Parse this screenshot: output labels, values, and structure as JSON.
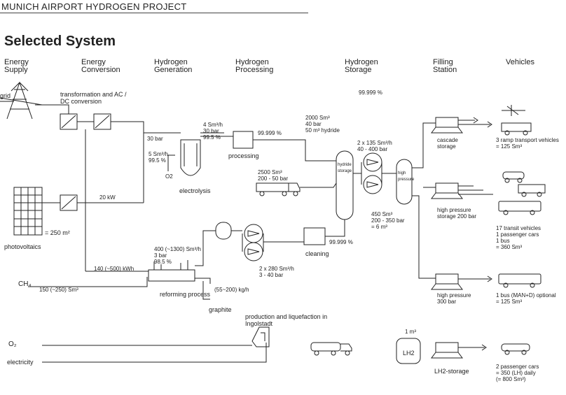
{
  "header": {
    "project": "MUNICH AIRPORT HYDROGEN PROJECT"
  },
  "title": "Selected System",
  "columns": {
    "energy_supply": "Energy Supply",
    "energy_conversion": "Energy Conversion",
    "hydrogen_generation": "Hydrogen Generation",
    "hydrogen_processing": "Hydrogen Processing",
    "hydrogen_storage": "Hydrogen Storage",
    "filling_station": "Filling Station",
    "vehicles": "Vehicles"
  },
  "labels": {
    "grid": "grid",
    "transformer": "transformation and AC / DC conversion",
    "pv": "photovoltaics",
    "pv_area": "= 250 m²",
    "ch4": "CH₄",
    "ch4_flow": "150 (~250) Sm³",
    "o2": "O₂",
    "electricity": "electricity",
    "dc_power": "20 kW",
    "electrolysis": "electrolysis",
    "electrolysis_flow": "4 Sm³/h\n30 bar\n99.5 %",
    "electrolysis_in": "30 bar",
    "electrolysis_eff": "5 Sm³/h\n99.5 %",
    "o2_out": "O2",
    "processing": "processing",
    "purity_after_processing": "99.999 %",
    "storage_main": "2000 Sm³\n40 bar\n50 m³ hydride",
    "trailer": "2500 Sm³\n200 - 50 bar",
    "compressors_top": "2 x 135 Sm³/h\n40 - 400 bar",
    "hp_storage_top": "450 Sm³\n200 - 350 bar\n= 6 m³",
    "quality_table": "99.999 %",
    "reforming": "reforming process",
    "reforming_flow": "400 (~1300) Sm³/h\n3 bar\n98.5 %",
    "reforming_power": "140 (~500) kWh",
    "graphite": "graphite",
    "graphite_rate": "(55~200) kg/h",
    "compressors_bottom": "2 x 280 Sm³/h\n3 - 40 bar",
    "cleaning": "cleaning",
    "purity_after_cleaning": "99.999 %",
    "liquid_production": "production and liquefaction in Ingolstadt",
    "lh2_tank": "LH2",
    "lh2_tank_size": "1 m³",
    "lh2_storage": "LH2-storage",
    "station_1": "cascade storage",
    "station_2": "high pressure storage 200 bar",
    "station_3": "high pressure 300 bar",
    "veh_1": "3 ramp transport vehicles\n= 125 Sm³",
    "veh_2": "17 transit vehicles\n1 passenger cars\n1 bus\n= 360 Sm³",
    "veh_3": "1 bus (MAN+D) optional\n= 125 Sm³",
    "veh_4": "2 passenger cars\n= 350 (LH) daily\n(= 800 Sm³)",
    "hydride_label": "hydride storage",
    "pressure_label": "high pressure"
  },
  "colors": {
    "line": "#222222",
    "fill": "#f4f4f4"
  }
}
